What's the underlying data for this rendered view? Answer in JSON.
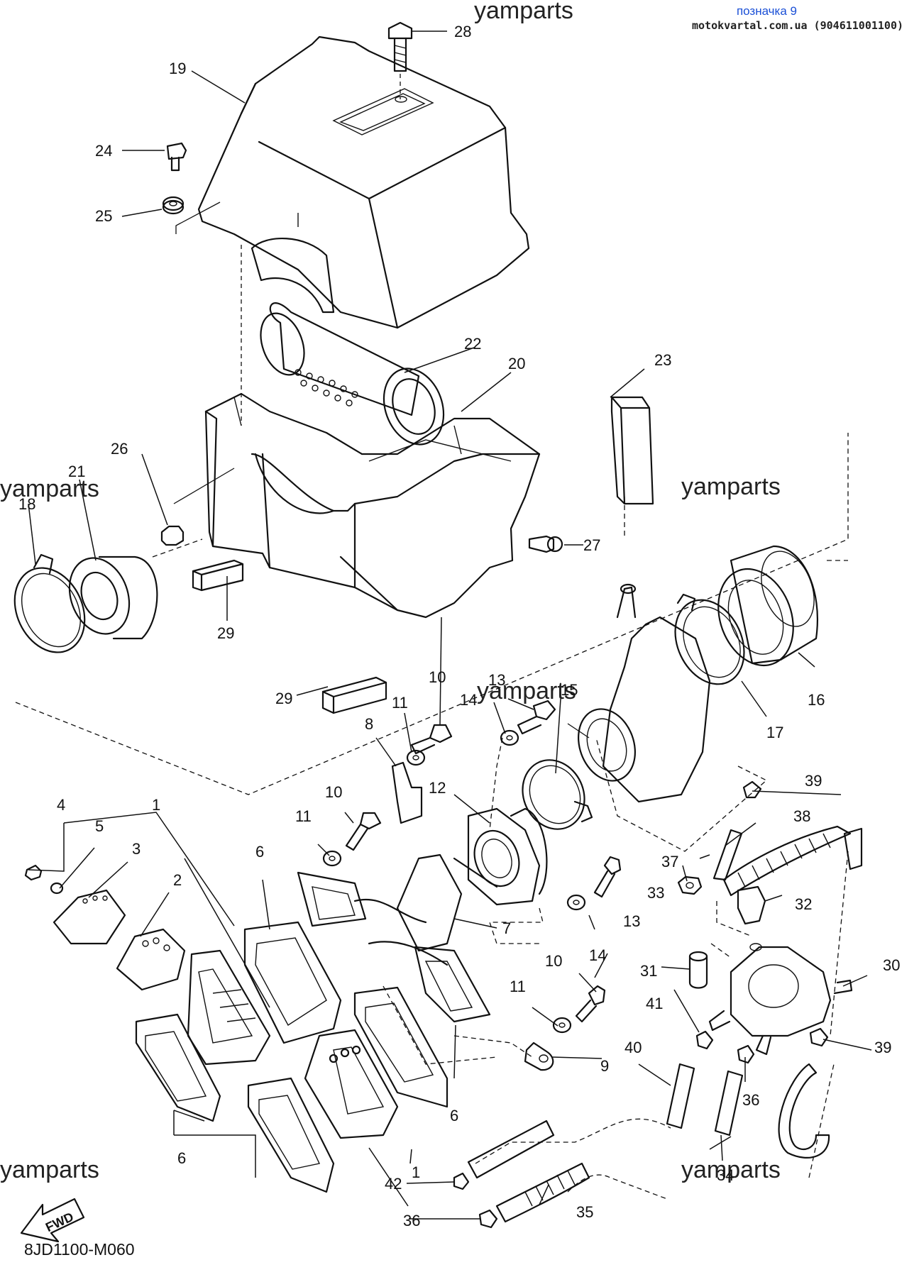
{
  "header": {
    "label": "позначка 9",
    "site": "motokvartal.com.ua (904611001100)"
  },
  "watermarks": [
    "yamparts",
    "yamparts",
    "yamparts",
    "yamparts",
    "yamparts",
    "yamparts"
  ],
  "fwd_label": "FWD",
  "diagram_code": "8JD1100-M060",
  "callouts": {
    "c1a": "1",
    "c1b": "1",
    "c2": "2",
    "c3": "3",
    "c4": "4",
    "c5": "5",
    "c6a": "6",
    "c6b": "6",
    "c6c": "6",
    "c7": "7",
    "c8": "8",
    "c9": "9",
    "c10a": "10",
    "c10b": "10",
    "c10c": "10",
    "c11a": "11",
    "c11b": "11",
    "c11c": "11",
    "c12": "12",
    "c13a": "13",
    "c13b": "13",
    "c14a": "14",
    "c14b": "14",
    "c15": "15",
    "c16": "16",
    "c17": "17",
    "c18": "18",
    "c19": "19",
    "c20": "20",
    "c21": "21",
    "c22": "22",
    "c23": "23",
    "c24": "24",
    "c25": "25",
    "c26": "26",
    "c27": "27",
    "c28": "28",
    "c29a": "29",
    "c29b": "29",
    "c30": "30",
    "c31": "31",
    "c32": "32",
    "c33": "33",
    "c34": "34",
    "c35": "35",
    "c36a": "36",
    "c36b": "36",
    "c37": "37",
    "c38": "38",
    "c39a": "39",
    "c39b": "39",
    "c40": "40",
    "c41": "41",
    "c42": "42"
  }
}
